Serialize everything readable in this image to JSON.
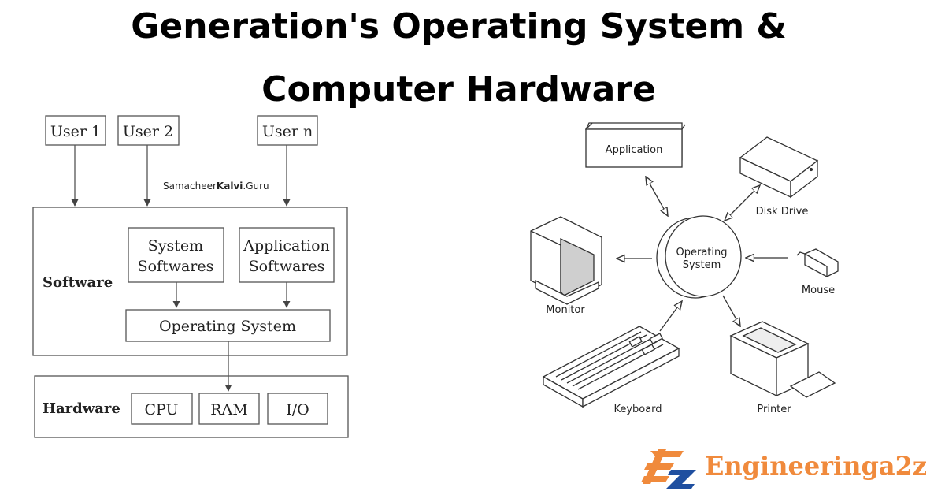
{
  "title": {
    "line1": "Generation's Operating System &",
    "line2": "Computer Hardware"
  },
  "left_diagram": {
    "users": [
      "User 1",
      "User 2",
      "User n"
    ],
    "watermark": {
      "prefix": "Samacheer",
      "bold": "Kalvi",
      "suffix": ".Guru"
    },
    "software_label": "Software",
    "system_softwares": [
      "System",
      "Softwares"
    ],
    "application_softwares": [
      "Application",
      "Softwares"
    ],
    "operating_system": "Operating System",
    "hardware_label": "Hardware",
    "hardware_items": [
      "CPU",
      "RAM",
      "I/O"
    ]
  },
  "right_diagram": {
    "center": [
      "Operating",
      "System"
    ],
    "application": "Application",
    "disk_drive": "Disk Drive",
    "monitor": "Monitor",
    "mouse": "Mouse",
    "keyboard": "Keyboard",
    "printer": "Printer"
  },
  "brand": {
    "name": "Engineeringa2z",
    "logo_letters": "EZ",
    "colors": {
      "orange": "#f08a3c",
      "blue": "#1f4fa0"
    }
  }
}
